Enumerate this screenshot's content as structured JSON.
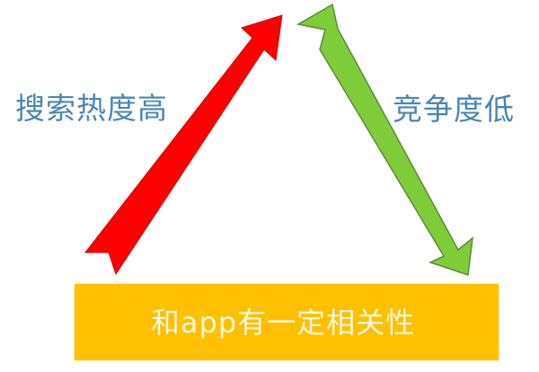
{
  "diagram": {
    "type": "triangle-relationship",
    "labels": {
      "left": "搜索热度高",
      "right": "竞争度低",
      "base": "和app有一定相关性"
    },
    "arrows": [
      {
        "name": "up-arrow",
        "color": "#ff0000",
        "direction": "up-right",
        "from": "base-left",
        "to": "apex"
      },
      {
        "name": "down-arrow",
        "color": "#7fcc3a",
        "direction": "down-right",
        "from": "apex",
        "to": "base-right"
      }
    ],
    "colors": {
      "label_text": "#4a86b5",
      "base_fill": "#ffc000",
      "base_text": "#fff8e0",
      "red_arrow": "#ff0000",
      "green_arrow": "#7fcc3a",
      "green_arrow_outline": "#5a8a3a"
    }
  }
}
